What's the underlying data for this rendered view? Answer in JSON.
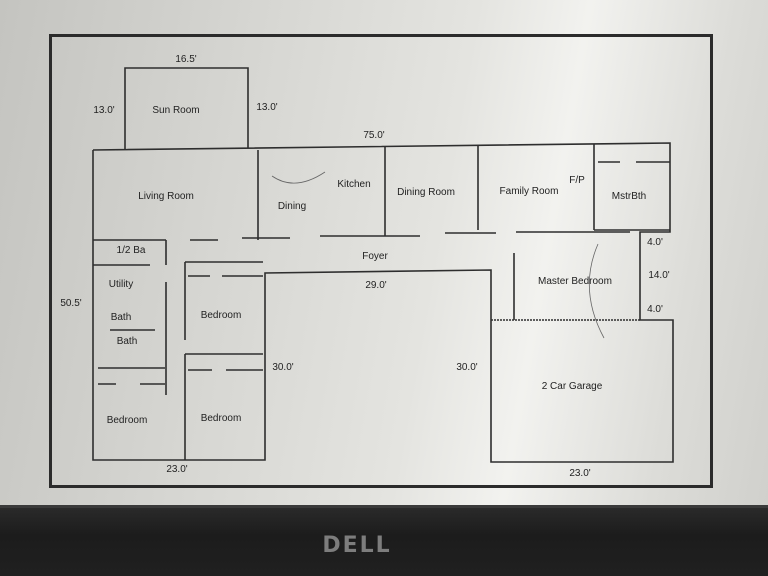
{
  "rooms": {
    "sun_room": "Sun Room",
    "living_room": "Living Room",
    "dining": "Dining",
    "kitchen": "Kitchen",
    "dining_room": "Dining Room",
    "family_room": "Family Room",
    "fp": "F/P",
    "mstr_bth": "MstrBth",
    "half_bath": "1/2 Ba",
    "foyer": "Foyer",
    "utility": "Utility",
    "bath1": "Bath",
    "bath2": "Bath",
    "bedroom_center": "Bedroom",
    "bedroom_left": "Bedroom",
    "bedroom_lower": "Bedroom",
    "master_bedroom": "Master Bedroom",
    "garage": "2 Car Garage"
  },
  "dimensions": {
    "sun_width": "16.5'",
    "sun_left": "13.0'",
    "sun_right": "13.0'",
    "overall_width": "75.0'",
    "overall_depth": "50.5'",
    "court_width": "29.0'",
    "court_left": "30.0'",
    "court_right": "30.0'",
    "left_wing_bottom": "23.0'",
    "garage_bottom": "23.0'",
    "side_top": "4.0'",
    "side_mid": "14.0'",
    "side_bottom": "4.0'"
  },
  "monitor": {
    "brand": "DELL"
  }
}
